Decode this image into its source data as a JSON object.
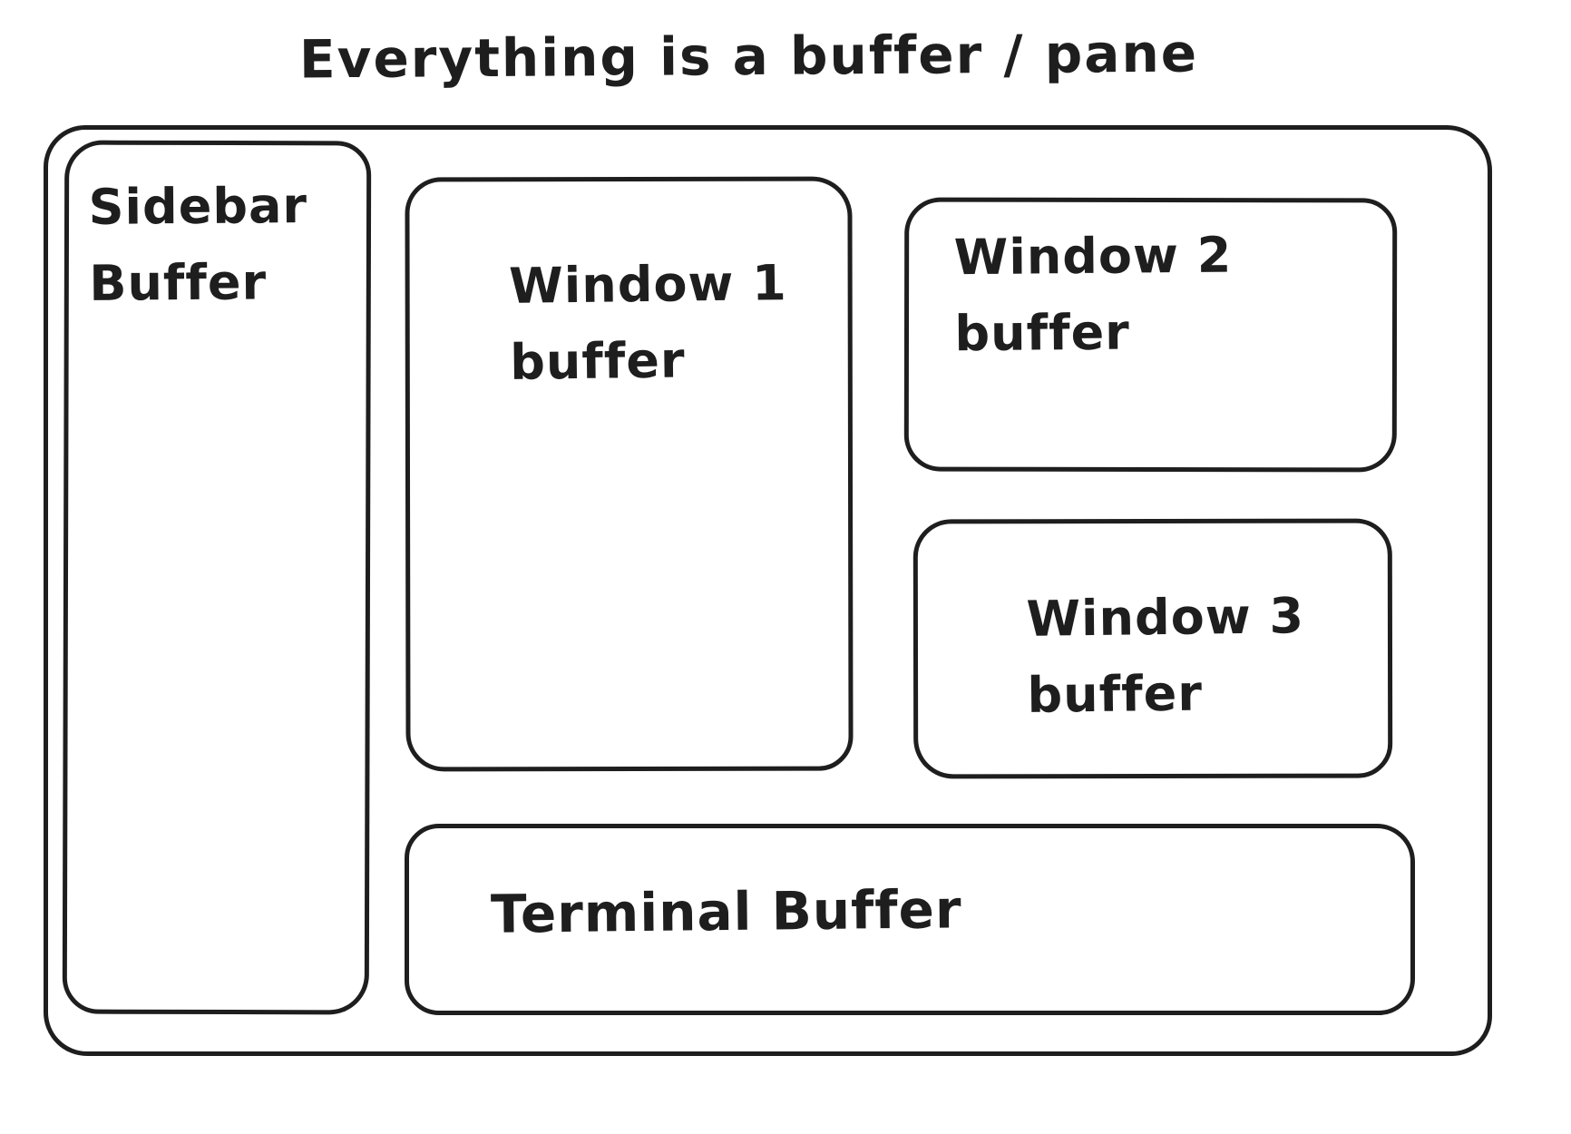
{
  "title": "Everything is a buffer / pane",
  "colors": {
    "stroke": "#1e1e1e",
    "background": "#ffffff"
  },
  "panes": {
    "sidebar": {
      "label": "Sidebar Buffer",
      "lines": [
        "Sidebar",
        "Buffer"
      ]
    },
    "window1": {
      "label": "Window 1 buffer",
      "lines": [
        "Window 1",
        "buffer"
      ]
    },
    "window2": {
      "label": "Window 2 buffer",
      "lines": [
        "Window 2",
        "buffer"
      ]
    },
    "window3": {
      "label": "Window 3 buffer",
      "lines": [
        "Window 3",
        "buffer"
      ]
    },
    "terminal": {
      "label": "Terminal Buffer",
      "lines": [
        "Terminal Buffer"
      ]
    }
  }
}
